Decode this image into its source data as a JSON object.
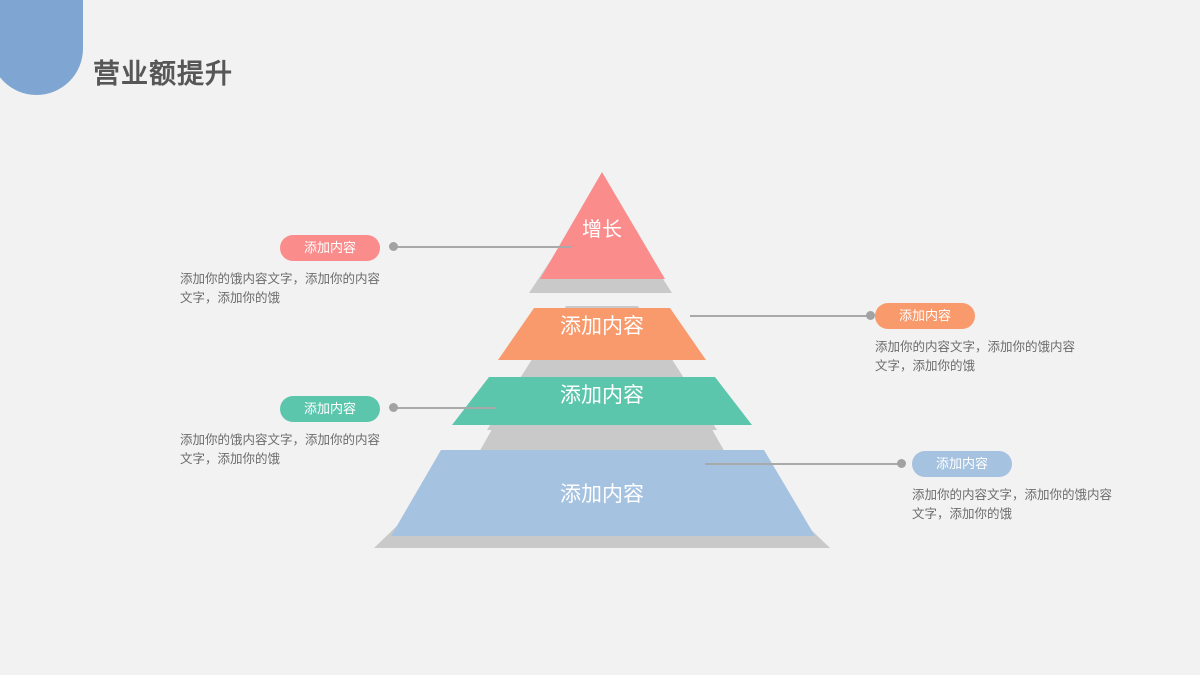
{
  "slide": {
    "title": "营业额提升",
    "background_color": "#f2f2f2",
    "accent_color": "#7fa6d3",
    "title_color": "#575757"
  },
  "pyramid": {
    "shadow_color": "#c9c9c9",
    "levels": [
      {
        "index": 1,
        "label": "增长",
        "color": "#fa8c8c",
        "label_font_size": 20
      },
      {
        "index": 2,
        "label": "添加内容",
        "color": "#f89a6c",
        "label_font_size": 21
      },
      {
        "index": 3,
        "label": "添加内容",
        "color": "#5cc6ad",
        "label_font_size": 21
      },
      {
        "index": 4,
        "label": "添加内容",
        "color": "#a5c2e0",
        "label_font_size": 21
      }
    ]
  },
  "callouts": [
    {
      "id": "callout-1",
      "side": "left",
      "pill_label": "添加内容",
      "pill_color": "#fa8c8c",
      "description": "添加你的饿内容文字，添加你的内容文字，添加你的饿"
    },
    {
      "id": "callout-2",
      "side": "right",
      "pill_label": "添加内容",
      "pill_color": "#f89a6c",
      "description": "添加你的内容文字，添加你的饿内容文字，添加你的饿"
    },
    {
      "id": "callout-3",
      "side": "left",
      "pill_label": "添加内容",
      "pill_color": "#5cc6ad",
      "description": "添加你的饿内容文字，添加你的内容文字，添加你的饿"
    },
    {
      "id": "callout-4",
      "side": "right",
      "pill_label": "添加内容",
      "pill_color": "#a5c2e0",
      "description": "添加你的内容文字，添加你的饿内容文字，添加你的饿"
    }
  ],
  "connectors": {
    "line_color": "#a9a9a9",
    "dot_color": "#a2a2a2"
  }
}
